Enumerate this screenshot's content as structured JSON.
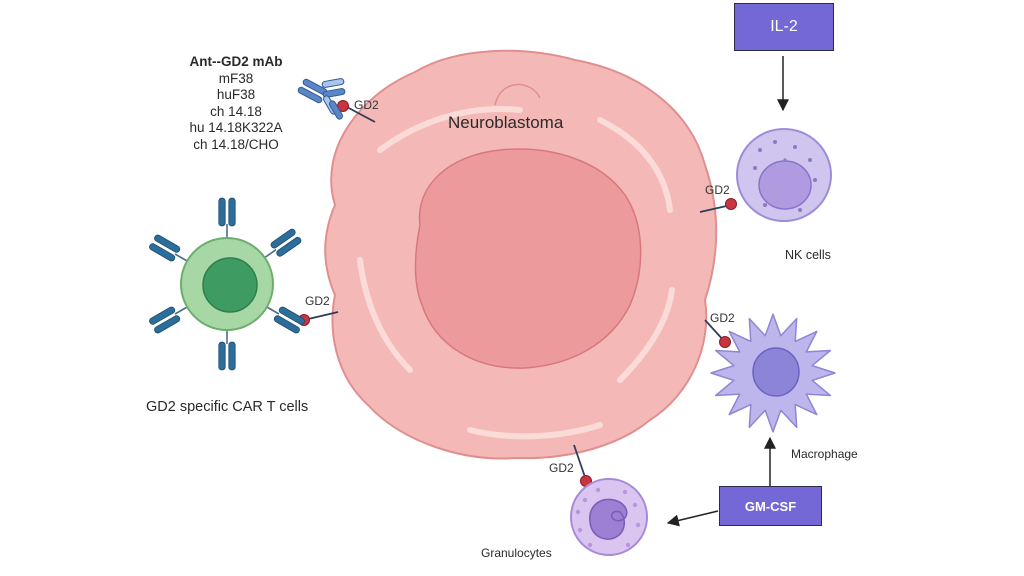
{
  "tumor": {
    "label": "Neuroblastoma"
  },
  "antigen_label": "GD2",
  "antibodies": {
    "title": "Ant--GD2 mAb",
    "items": [
      "mF38",
      "huF38",
      "ch 14.18",
      "hu 14.18K322A",
      "ch 14.18/CHO"
    ]
  },
  "car_t": {
    "label": "GD2 specific CAR T cells"
  },
  "nk": {
    "label": "NK cells"
  },
  "macrophage": {
    "label": "Macrophage"
  },
  "granulocyte": {
    "label": "Granulocytes"
  },
  "cytokines": {
    "il2": "IL-2",
    "gmcsf": "GM-CSF"
  },
  "colors": {
    "tumor": "#f4b9b6",
    "tumor_nucleus": "#ec9a9c",
    "car_t_body": "#a6d7a4",
    "car_t_core": "#3e9b61",
    "receptor": "#2c6e9b",
    "nk_body": "#cfc5ee",
    "nk_core": "#b09be0",
    "macrophage_body": "#bcb6ec",
    "macrophage_core": "#8c84d6",
    "granulocyte_body": "#d9c5ef",
    "granulocyte_core": "#9d7fd3",
    "cytokine_box": "#7467d6",
    "gd2_dot": "#c9353f"
  }
}
